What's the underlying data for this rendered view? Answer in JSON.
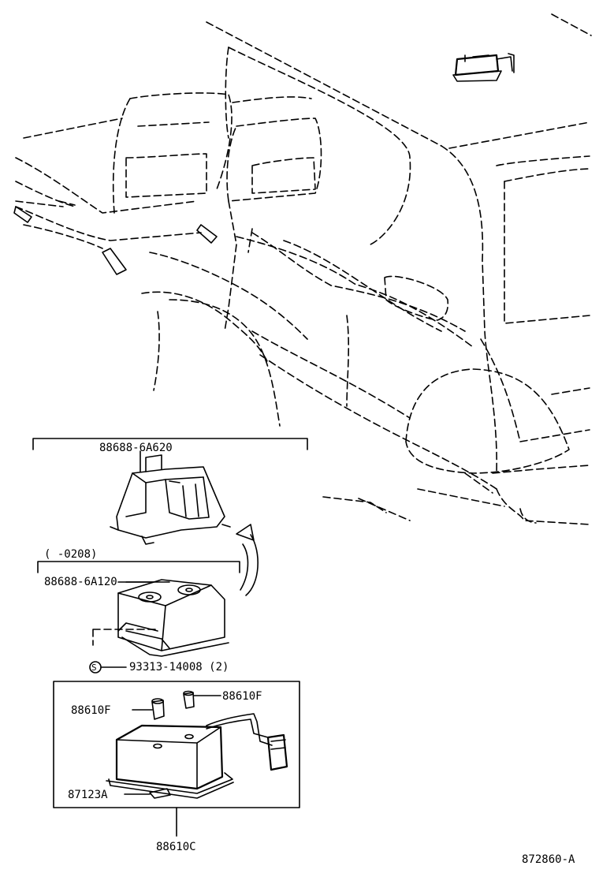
{
  "diagram": {
    "labels": {
      "bracket_upper_part": "88688-6A620",
      "date_range": "(     -0208)",
      "bracket_lower_part": "88688-6A120",
      "screw_symbol": "S",
      "screw_part": "93313-14008 (2)",
      "sensor_left": "88610F",
      "sensor_right": "88610F",
      "clip_part": "87123A",
      "assembly_part": "88610C",
      "figure_id": "872860-A"
    }
  }
}
